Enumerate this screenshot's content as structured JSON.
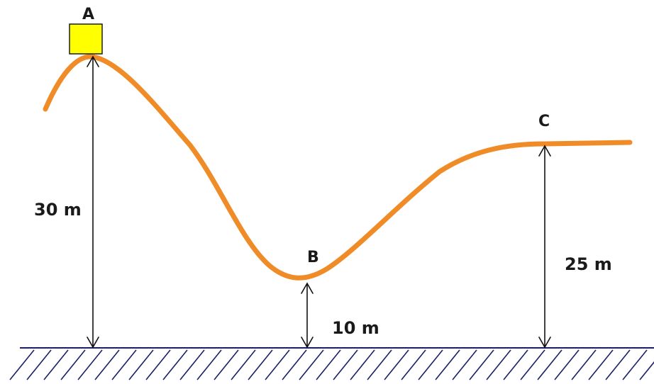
{
  "points": {
    "a": "A",
    "b": "B",
    "c": "C"
  },
  "heights": {
    "a": "30 m",
    "b": "10 m",
    "c": "25 m"
  },
  "colors": {
    "track": "#f08c28",
    "block": "#ffff00",
    "ground": "#1a1f6b"
  }
}
